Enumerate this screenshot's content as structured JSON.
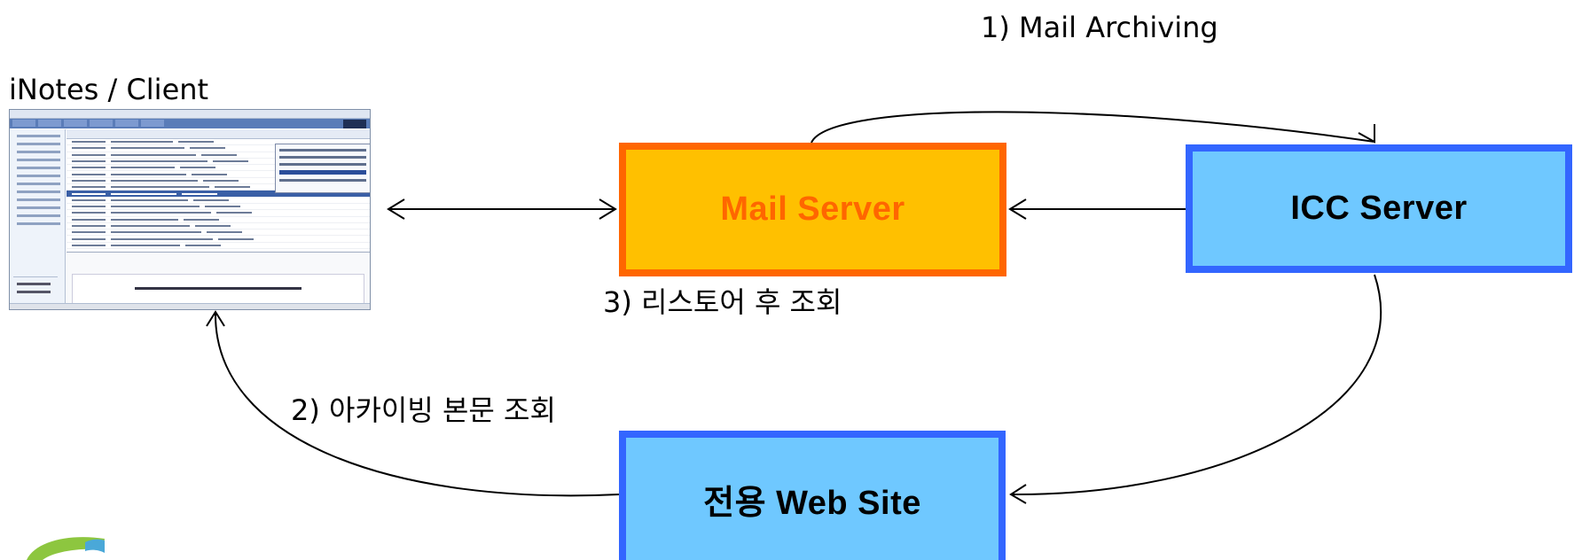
{
  "labels": {
    "step1": "1) Mail Archiving",
    "client_title": "iNotes / Client",
    "step3": "3) 리스토어 후 조회",
    "step2": "2) 아카이빙 본문 조회"
  },
  "nodes": {
    "mail_server": {
      "label": "Mail Server",
      "fill": "#ffc000",
      "text_color": "#ff6600",
      "border": "#ff6600"
    },
    "icc_server": {
      "label": "ICC Server",
      "fill": "#6fc8ff",
      "text_color": "#000000",
      "border": "#3366ff"
    },
    "web_site": {
      "label": "전용 Web Site",
      "fill": "#6fc8ff",
      "text_color": "#000000",
      "border": "#3366ff"
    }
  },
  "client_screenshot": {
    "icon": "inotes-mail-client-thumbnail"
  },
  "connectors": [
    {
      "from": "iNotes / Client",
      "to": "Mail Server",
      "style": "double-arrow"
    },
    {
      "from": "ICC Server",
      "to": "Mail Server",
      "style": "arrow"
    },
    {
      "from": "Mail Server",
      "to": "ICC Server",
      "style": "curved-arrow"
    },
    {
      "from": "ICC Server",
      "to": "전용 Web Site",
      "style": "curved-arrow"
    },
    {
      "from": "전용 Web Site",
      "to": "iNotes / Client",
      "style": "curved-arrow"
    }
  ],
  "logo": {
    "icon": "green-swoosh-logo",
    "color": "#8dc63f"
  }
}
